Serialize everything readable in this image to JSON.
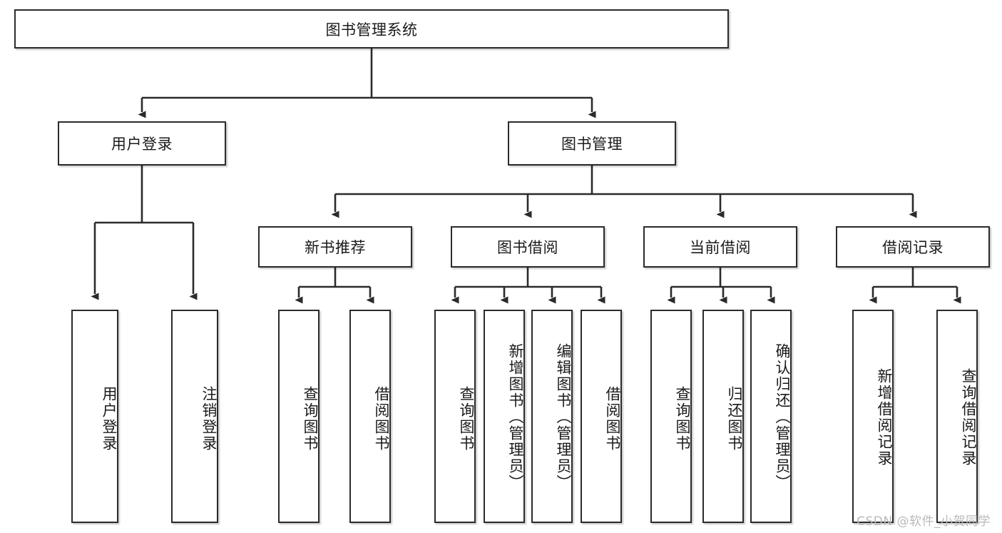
{
  "diagram": {
    "title": "图书管理系统",
    "type": "hierarchy-tree",
    "root": {
      "id": "root",
      "label": "图书管理系统",
      "orientation": "horizontal"
    },
    "level2": [
      {
        "id": "user-login",
        "label": "用户登录",
        "orientation": "horizontal"
      },
      {
        "id": "book-management",
        "label": "图书管理",
        "orientation": "horizontal"
      }
    ],
    "level3": [
      {
        "id": "new-book-recommend",
        "label": "新书推荐",
        "orientation": "horizontal",
        "parent": "book-management"
      },
      {
        "id": "book-borrow",
        "label": "图书借阅",
        "orientation": "horizontal",
        "parent": "book-management"
      },
      {
        "id": "current-borrow",
        "label": "当前借阅",
        "orientation": "horizontal",
        "parent": "book-management"
      },
      {
        "id": "borrow-record",
        "label": "借阅记录",
        "orientation": "horizontal",
        "parent": "book-management"
      }
    ],
    "leaves": [
      {
        "id": "leaf-user-login",
        "label": "用户登录",
        "parent": "user-login"
      },
      {
        "id": "leaf-logout-login",
        "label": "注销登录",
        "parent": "user-login"
      },
      {
        "id": "leaf-query-book-1",
        "label": "查询图书",
        "parent": "new-book-recommend"
      },
      {
        "id": "leaf-borrow-book-1",
        "label": "借阅图书",
        "parent": "new-book-recommend"
      },
      {
        "id": "leaf-query-book-2",
        "label": "查询图书",
        "parent": "book-borrow"
      },
      {
        "id": "leaf-add-book",
        "label": "新增图书（管理员）",
        "parent": "book-borrow"
      },
      {
        "id": "leaf-edit-book",
        "label": "编辑图书（管理员）",
        "parent": "book-borrow"
      },
      {
        "id": "leaf-borrow-book-2",
        "label": "借阅图书",
        "parent": "book-borrow"
      },
      {
        "id": "leaf-query-book-3",
        "label": "查询图书",
        "parent": "current-borrow"
      },
      {
        "id": "leaf-return-book",
        "label": "归还图书",
        "parent": "current-borrow"
      },
      {
        "id": "leaf-confirm-return",
        "label": "确认归还（管理员）",
        "parent": "current-borrow"
      },
      {
        "id": "leaf-add-record",
        "label": "新增借阅记录",
        "parent": "borrow-record"
      },
      {
        "id": "leaf-query-record",
        "label": "查询借阅记录",
        "parent": "borrow-record"
      }
    ]
  },
  "watermark": {
    "text": "CSDN @软件_小贺同学"
  },
  "colors": {
    "box_border": "#2b2b2b",
    "box_fill": "#ffffff",
    "connector": "#2b2b2b",
    "text": "#1a1a1a",
    "watermark": "#b9b9b9",
    "background": "#ffffff"
  }
}
